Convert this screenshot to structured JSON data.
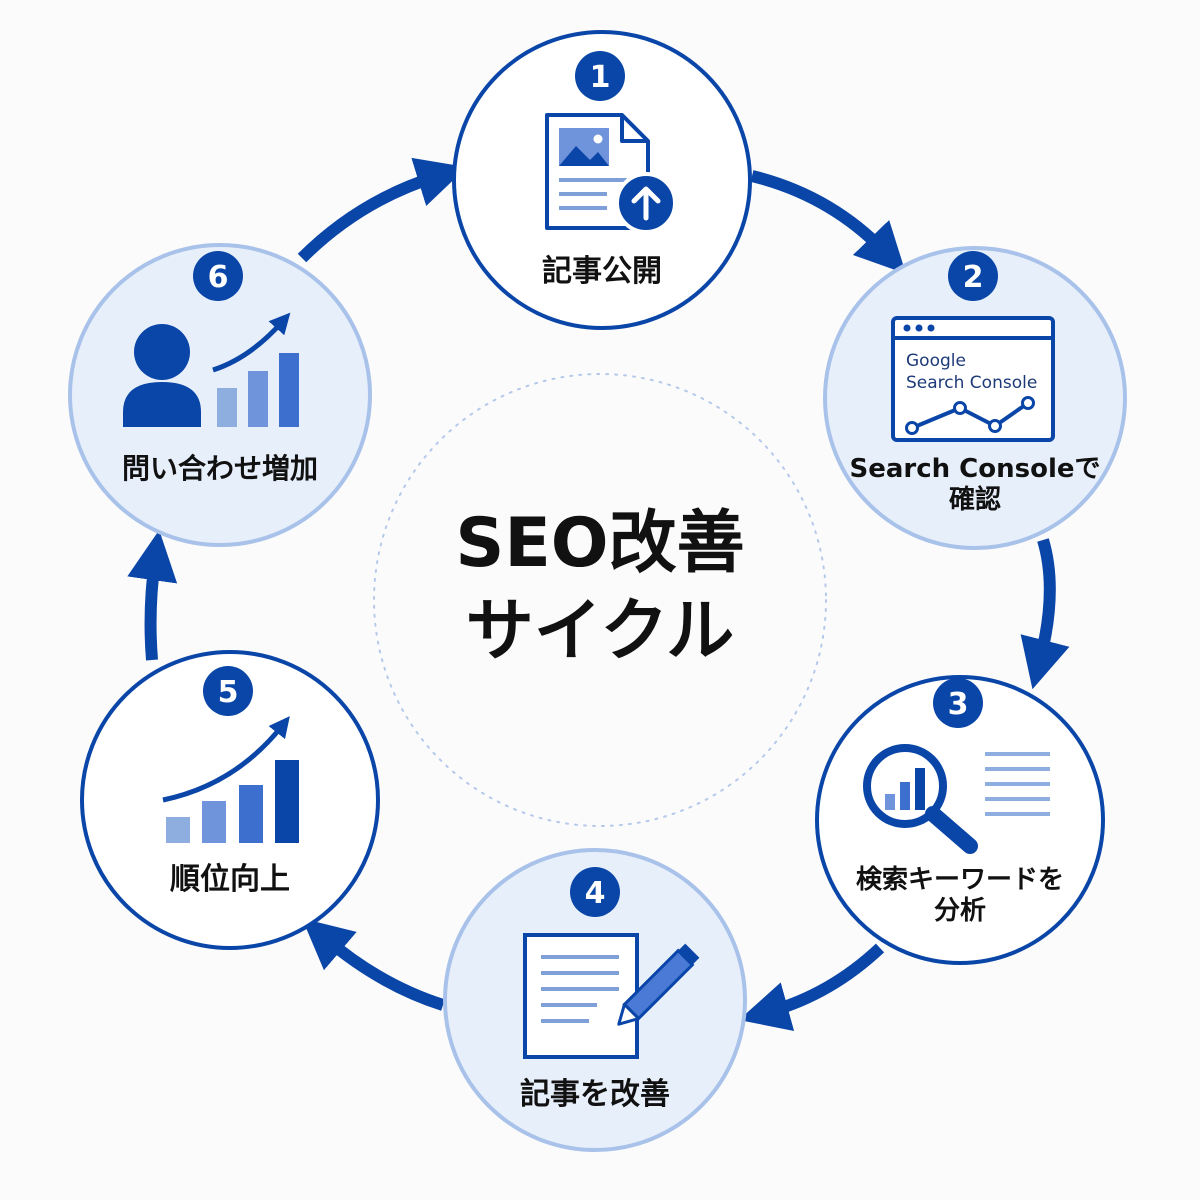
{
  "title": {
    "line1": "SEO改善",
    "line2": "サイクル"
  },
  "colors": {
    "primary": "#0a45a8",
    "light_fill": "#e7effb",
    "light_ring": "#a9c2ea",
    "icon_light": "#6f94dc",
    "icon_mid": "#3d6fce",
    "text": "#111111"
  },
  "steps": [
    {
      "number": "1",
      "label": "記事公開",
      "icon": "document-upload-icon"
    },
    {
      "number": "2",
      "label_line1": "Search Consoleで",
      "label_line2": "確認",
      "icon": "search-console-window-icon",
      "window_text_line1": "Google",
      "window_text_line2": "Search Console"
    },
    {
      "number": "3",
      "label_line1": "検索キーワードを",
      "label_line2": "分析",
      "icon": "magnifier-chart-icon"
    },
    {
      "number": "4",
      "label": "記事を改善",
      "icon": "document-edit-icon"
    },
    {
      "number": "5",
      "label": "順位向上",
      "icon": "rising-bar-chart-icon"
    },
    {
      "number": "6",
      "label": "問い合わせ増加",
      "icon": "person-growth-icon"
    }
  ]
}
